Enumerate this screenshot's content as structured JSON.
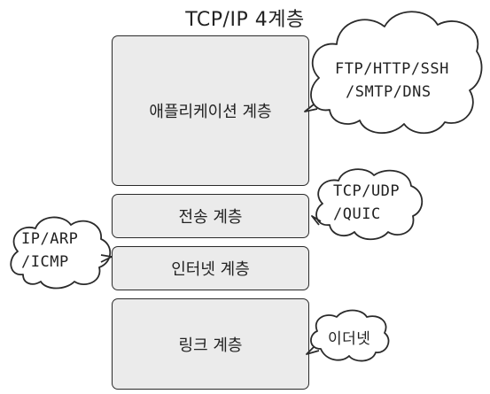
{
  "title": "TCP/IP 4계층",
  "layers": [
    {
      "label": "애플리케이션 계층"
    },
    {
      "label": "전송 계층"
    },
    {
      "label": "인터넷 계층"
    },
    {
      "label": "링크 계층"
    }
  ],
  "callouts": {
    "application": {
      "lines": [
        "FTP/HTTP/SSH",
        "/SMTP/DNS"
      ]
    },
    "transport": {
      "lines": [
        "TCP/UDP",
        "/QUIC"
      ]
    },
    "internet": {
      "lines": [
        "IP/ARP",
        "/ICMP"
      ]
    },
    "link": {
      "lines": [
        "이더넷"
      ]
    }
  }
}
